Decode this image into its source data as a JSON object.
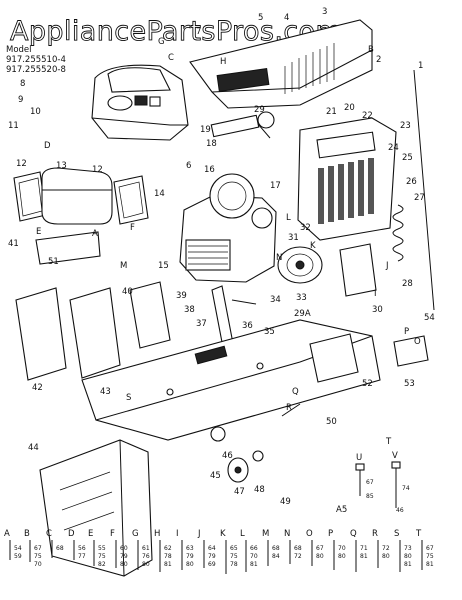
{
  "watermark": "AppliancePartsPros.com",
  "model_header": {
    "title": "Model",
    "line1": "917.255510-4",
    "line2": "917.255520-8"
  },
  "callouts": [
    "1",
    "2",
    "3",
    "4",
    "5",
    "6",
    "7",
    "8",
    "9",
    "10",
    "11",
    "12",
    "12",
    "13",
    "14",
    "15",
    "16",
    "17",
    "18",
    "19",
    "20",
    "21",
    "22",
    "23",
    "24",
    "25",
    "26",
    "27",
    "28",
    "29",
    "29A",
    "30",
    "31",
    "32",
    "33",
    "34",
    "35",
    "36",
    "37",
    "38",
    "39",
    "40",
    "41",
    "42",
    "43",
    "44",
    "45",
    "46",
    "47",
    "48",
    "49",
    "50",
    "51",
    "52",
    "53",
    "54",
    "A",
    "B",
    "C",
    "D",
    "E",
    "F",
    "G",
    "H",
    "I",
    "J",
    "K",
    "L",
    "M",
    "N",
    "O",
    "P",
    "Q",
    "R",
    "S",
    "T",
    "U",
    "V"
  ],
  "page_code": "A5",
  "hardware_key": [
    {
      "letter": "A",
      "nums": [
        "54",
        "59"
      ]
    },
    {
      "letter": "B",
      "nums": [
        "67",
        "75",
        "70"
      ]
    },
    {
      "letter": "C",
      "nums": [
        "68"
      ]
    },
    {
      "letter": "D",
      "nums": [
        "56",
        "77"
      ]
    },
    {
      "letter": "E",
      "nums": [
        "55",
        "75",
        "82"
      ]
    },
    {
      "letter": "F",
      "nums": [
        "60",
        "79",
        "80"
      ]
    },
    {
      "letter": "G",
      "nums": [
        "61",
        "76",
        "80"
      ]
    },
    {
      "letter": "H",
      "nums": [
        "62",
        "78",
        "81"
      ]
    },
    {
      "letter": "I",
      "nums": [
        "63",
        "79",
        "80"
      ]
    },
    {
      "letter": "J",
      "nums": [
        "64",
        "79",
        "69"
      ]
    },
    {
      "letter": "K",
      "nums": [
        "65",
        "75",
        "78"
      ]
    },
    {
      "letter": "L",
      "nums": [
        "66",
        "70",
        "81"
      ]
    },
    {
      "letter": "M",
      "nums": [
        "68",
        "84"
      ]
    },
    {
      "letter": "N",
      "nums": [
        "68",
        "72"
      ]
    },
    {
      "letter": "O",
      "nums": [
        "67",
        "80"
      ]
    },
    {
      "letter": "P",
      "nums": [
        "70",
        "80"
      ]
    },
    {
      "letter": "Q",
      "nums": [
        "71",
        "81"
      ]
    },
    {
      "letter": "R",
      "nums": [
        "72",
        "80"
      ]
    },
    {
      "letter": "S",
      "nums": [
        "73",
        "80",
        "81"
      ]
    },
    {
      "letter": "T",
      "nums": [
        "67",
        "75",
        "81"
      ]
    },
    {
      "letter": "U",
      "nums": [
        "67",
        "85"
      ]
    },
    {
      "letter": "V",
      "nums": [
        "74",
        "46"
      ]
    }
  ]
}
